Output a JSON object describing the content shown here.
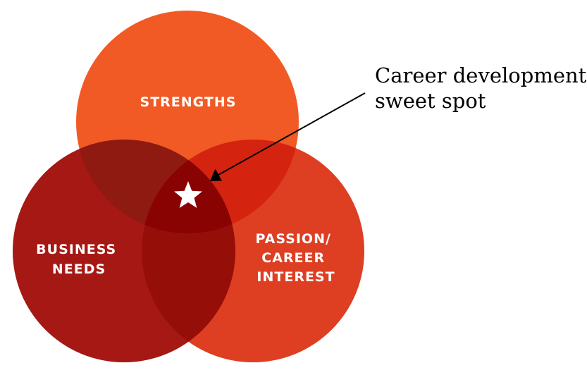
{
  "diagram": {
    "circles": [
      {
        "id": "strengths",
        "lines": [
          "STRENGTHS"
        ],
        "color": "#F15A24"
      },
      {
        "id": "business",
        "lines": [
          "BUSINESS",
          "NEEDS"
        ],
        "color": "#A51814"
      },
      {
        "id": "passion",
        "lines": [
          "PASSION/",
          "CAREER",
          "INTEREST"
        ],
        "color": "#DE3E22"
      }
    ],
    "intersections": {
      "strengths_business": "#8E1A12",
      "strengths_passion": "#D42410",
      "business_passion": "#960E08",
      "center": "#8A0303"
    },
    "center_marker": {
      "icon": "star-icon",
      "color": "#FFFFFF"
    },
    "annotation": {
      "lines": [
        "Career development",
        "sweet spot"
      ],
      "arrow_color": "#000000"
    }
  }
}
